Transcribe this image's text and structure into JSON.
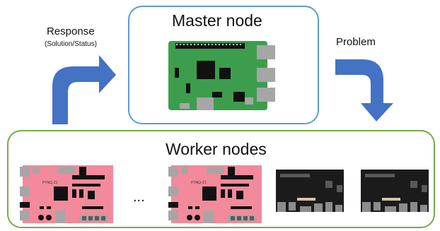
{
  "master": {
    "title": "Master node"
  },
  "workers": {
    "title": "Worker nodes",
    "board_label": "PYNQ-Z1",
    "ellipsis": "..."
  },
  "response": {
    "label": "Response",
    "sublabel": "(Solution/Status)"
  },
  "problem": {
    "label": "Problem"
  },
  "colors": {
    "master_border": "#5b9bd5",
    "worker_border": "#70ad47",
    "arrow": "#4472c4",
    "rpi_board": "#3c9e4c",
    "pynq_board": "#f28a9b",
    "dark_board": "#1b1b1b"
  }
}
